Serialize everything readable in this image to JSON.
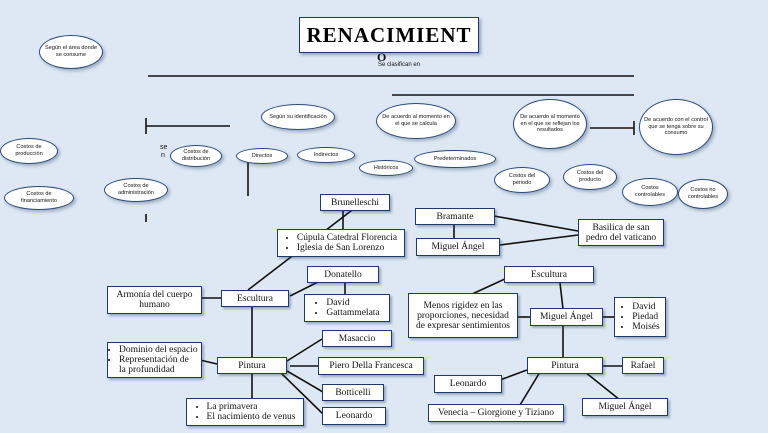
{
  "title": "RENACIMIENT",
  "title_overflow": "O",
  "subtitle": "Se clasifican en",
  "clouds": {
    "segun_area": "Según el área donde se consume",
    "segun_identificacion": "Según su identificación",
    "momento_calcula": "De acuerdo al momento en el que se calcula",
    "momento_reflejan": "De acuerdo al momento en el que se reflejan los resultados",
    "control": "De acuerdo con el control que se tenga sobre su consumo",
    "costos_produccion": "Costos de producción",
    "costos_financiamiento": "Costos de financiamiento",
    "costos_distribucion": "Costos de distribución",
    "costos_administracion": "Costos de administración",
    "directos": "Directos",
    "indirectos": "Indirectos",
    "historicos": "Históricos",
    "predeterminados": "Predeterminados",
    "costos_periodo": "Costos del periodo",
    "costos_producto": "Costos del producto",
    "controlables": "Costos controlables",
    "no_controlables": "Costos no controlables"
  },
  "fragments": {
    "se": "se",
    "n": "n"
  },
  "nodes": {
    "brunelleschi": "Brunelleschi",
    "brunelleschi_works": [
      "Cúpula Catedral Florencia",
      "Iglesia de San Lorenzo"
    ],
    "donatello": "Donatello",
    "donatello_works": [
      "David",
      "Gattammelata"
    ],
    "escultura_left": "Escultura",
    "armonia": "Armonía del cuerpo humano",
    "pintura_left": "Pintura",
    "pintura_left_notes": [
      "Dominio del espacio",
      "Representación de la profundidad"
    ],
    "masaccio": "Masaccio",
    "piero": "Piero Della Francesca",
    "botticelli": "Botticelli",
    "botticelli_works": [
      "La primavera",
      "El nacimiento de venus"
    ],
    "leonardo_left": "Leonardo",
    "bramante": "Bramante",
    "miguel_angel_top": "Miguel Ángel",
    "basilica": "Basilica de san pedro del vaticano",
    "escultura_right": "Escultura",
    "menos_rigidez": "Menos rigidez en las proporciones, necesidad de expresar sentimientos",
    "miguel_angel_mid": "Miguel Ángel",
    "miguel_angel_works": [
      "David",
      "Piedad",
      "Moisés"
    ],
    "pintura_right": "Pintura",
    "rafael": "Rafael",
    "leonardo_right": "Leonardo",
    "venecia": "Venecia – Giorgione y Tiziano",
    "miguel_angel_bottom": "Miguel Ángel"
  }
}
